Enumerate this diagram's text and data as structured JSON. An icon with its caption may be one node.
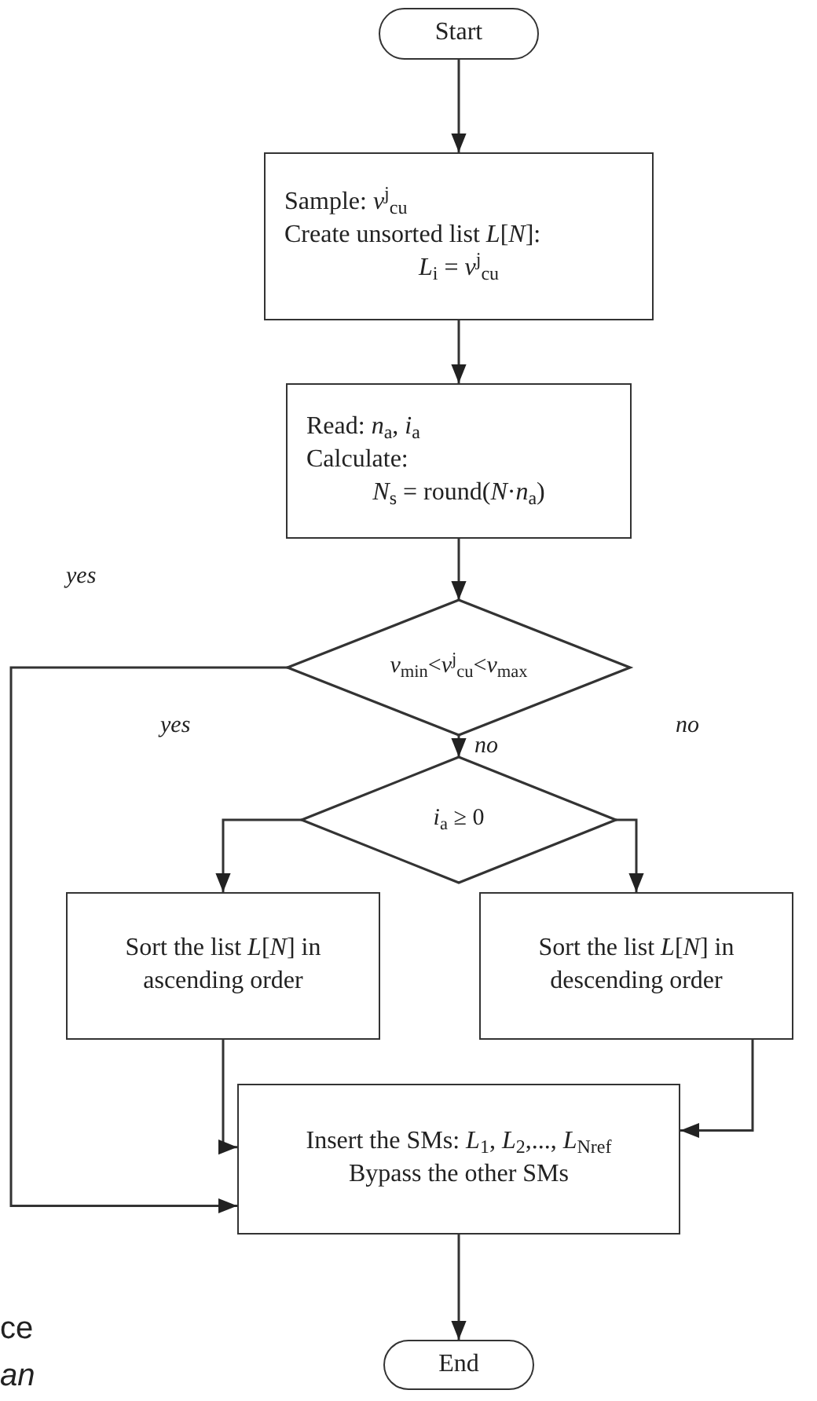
{
  "diagram": {
    "nodes": [
      {
        "text": [
          "Start"
        ]
      },
      {
        "text": [
          "Sample: *v*$^{j}$$_{cu}$",
          "Create unsorted list *L*[*N*]:",
          "*L*$_{i}$ = *v*$^{j}$$_{cu}$"
        ]
      },
      {
        "text": [
          "Read: *n*$_{a}$, *i*$_{a}$",
          "Calculate:",
          "*N*$_{s}$ = round(*N*·*n*$_{a}$)"
        ]
      },
      {
        "text": [
          "*v*$_{min}$<*v*$^{j}$$_{cu}$<*v*$_{max}$"
        ]
      },
      {
        "text": [
          "*i*$_{a}$ ≥ 0"
        ]
      },
      {
        "text": [
          "Sort the list *L*[*N*] in ascending order"
        ]
      },
      {
        "text": [
          "Sort the list *L*[*N*] in descending order"
        ]
      },
      {
        "text": [
          "Insert the SMs: *L*$_{1}$, *L*$_{2}$,..., *L*$_{Nref}$",
          "Bypass the other SMs"
        ]
      },
      {
        "text": [
          "End"
        ]
      }
    ],
    "edges": [
      {
        "from": 0,
        "to": 1,
        "arrow": "to"
      },
      {
        "from": 1,
        "to": 2,
        "arrow": "to"
      },
      {
        "from": 2,
        "to": 3,
        "arrow": "to"
      },
      {
        "from": 3,
        "to": 7,
        "arrow": "to",
        "label": "yes"
      },
      {
        "from": 3,
        "to": 4,
        "arrow": "to",
        "label": "no"
      },
      {
        "from": 4,
        "to": 5,
        "arrow": "to",
        "label": "yes"
      },
      {
        "from": 4,
        "to": 6,
        "arrow": "to",
        "label": "no"
      },
      {
        "from": 5,
        "to": 7,
        "arrow": "to"
      },
      {
        "from": 6,
        "to": 7,
        "arrow": "to"
      },
      {
        "from": 7,
        "to": 8,
        "arrow": "to"
      }
    ],
    "labels": [
      "ce",
      "an"
    ]
  }
}
